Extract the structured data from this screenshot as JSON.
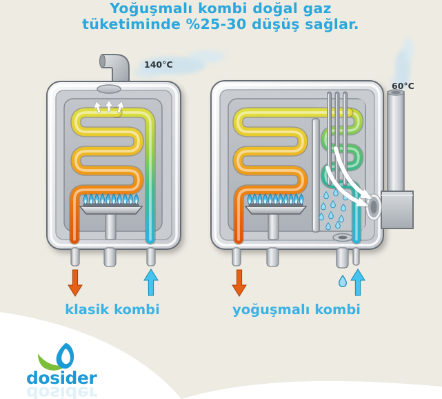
{
  "title": {
    "line1": "Yoğuşmalı kombi doğal gaz",
    "line2": "tüketiminde %25-30 düşüş sağlar."
  },
  "diagram": {
    "classic": {
      "label": "klasik kombi",
      "flue_temp": "140°C"
    },
    "condensing": {
      "label": "yoğuşmalı kombi",
      "flue_temp": "60°C"
    }
  },
  "logo": {
    "wordmark": "dosider"
  },
  "colors": {
    "background": "#EDEBE2",
    "title_blue": "#2AA7DC",
    "label_cyan": "#3AB3E4",
    "temp_text": "#2D3238",
    "hot_orange": "#E55C10",
    "cold_cyan": "#3FC3EF",
    "coil_yellow": "#DEDE3E",
    "coil_green": "#55C173",
    "coil_teal": "#2FB29B",
    "logo_blue": "#1B9AD6",
    "logo_green": "#7CBD3A"
  }
}
